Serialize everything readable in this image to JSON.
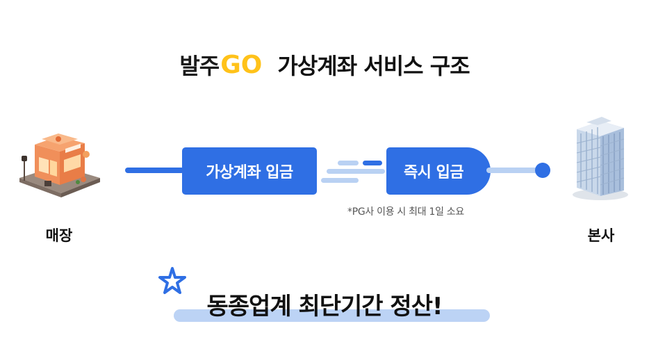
{
  "title": {
    "logo_korean": "발주",
    "logo_go": "GO",
    "text": "가상계좌 서비스 구조"
  },
  "nodes": {
    "store_label": "매장",
    "hq_label": "본사"
  },
  "steps": [
    {
      "label": "가상계좌 입금"
    },
    {
      "label": "즉시 입금"
    }
  ],
  "note": "*PG사 이용 시 최대 1일 소요",
  "slogan": "동종업계 최단기간 정산!",
  "icons": {
    "store": "restaurant-building-icon",
    "hq": "office-tower-icon",
    "accent": "star-sparkle-icon"
  },
  "colors": {
    "primary": "#2f6fe4",
    "light": "#b9d1f3",
    "logo_yellow": "#ffc21a"
  }
}
